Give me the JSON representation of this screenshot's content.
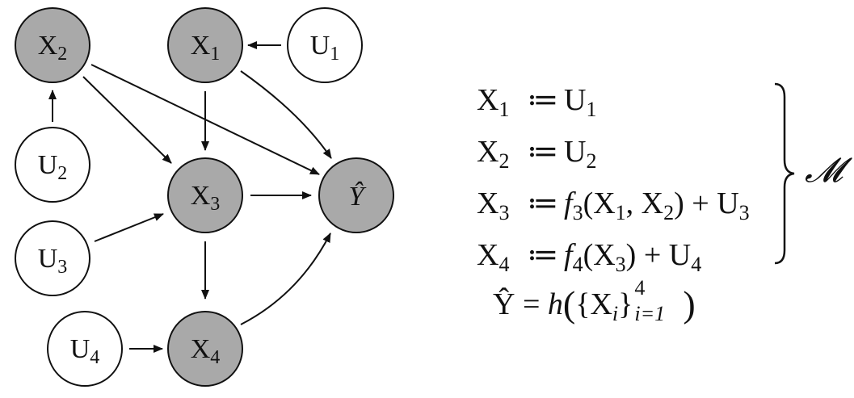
{
  "nodes": {
    "x2": {
      "letter": "X",
      "sub": "2"
    },
    "x1": {
      "letter": "X",
      "sub": "1"
    },
    "u1": {
      "letter": "U",
      "sub": "1"
    },
    "u2": {
      "letter": "U",
      "sub": "2"
    },
    "x3": {
      "letter": "X",
      "sub": "3"
    },
    "yhat": {
      "letter": "Ŷ"
    },
    "u3": {
      "letter": "U",
      "sub": "3"
    },
    "u4": {
      "letter": "U",
      "sub": "4"
    },
    "x4": {
      "letter": "X",
      "sub": "4"
    }
  },
  "equations": [
    {
      "lhs_letter": "X",
      "lhs_sub": "1",
      "assign": "≔",
      "rhs": [
        {
          "t": "U"
        },
        {
          "sub": "1"
        }
      ]
    },
    {
      "lhs_letter": "X",
      "lhs_sub": "2",
      "assign": "≔",
      "rhs": [
        {
          "t": "U"
        },
        {
          "sub": "2"
        }
      ]
    },
    {
      "lhs_letter": "X",
      "lhs_sub": "3",
      "assign": "≔",
      "rhs": [
        {
          "it": "f"
        },
        {
          "sub": "3"
        },
        {
          "t": "(X"
        },
        {
          "sub": "1"
        },
        {
          "t": ", X"
        },
        {
          "sub": "2"
        },
        {
          "t": ") + U"
        },
        {
          "sub": "3"
        }
      ]
    },
    {
      "lhs_letter": "X",
      "lhs_sub": "4",
      "assign": "≔",
      "rhs": [
        {
          "it": "f"
        },
        {
          "sub": "4"
        },
        {
          "t": "(X"
        },
        {
          "sub": "3"
        },
        {
          "t": ") + U"
        },
        {
          "sub": "4"
        }
      ]
    }
  ],
  "output_equation": {
    "lhs": "Ŷ",
    "eq": "=",
    "func": "h",
    "open": "(",
    "set_open": "{X",
    "var_sub": "i",
    "set_close": "}",
    "upper": "4",
    "lower": "i=1",
    "close": ")"
  },
  "model_symbol": "𝓜",
  "colors": {
    "observed_fill": "#a9a9a9",
    "exogenous_fill": "#ffffff",
    "stroke": "#111111"
  }
}
